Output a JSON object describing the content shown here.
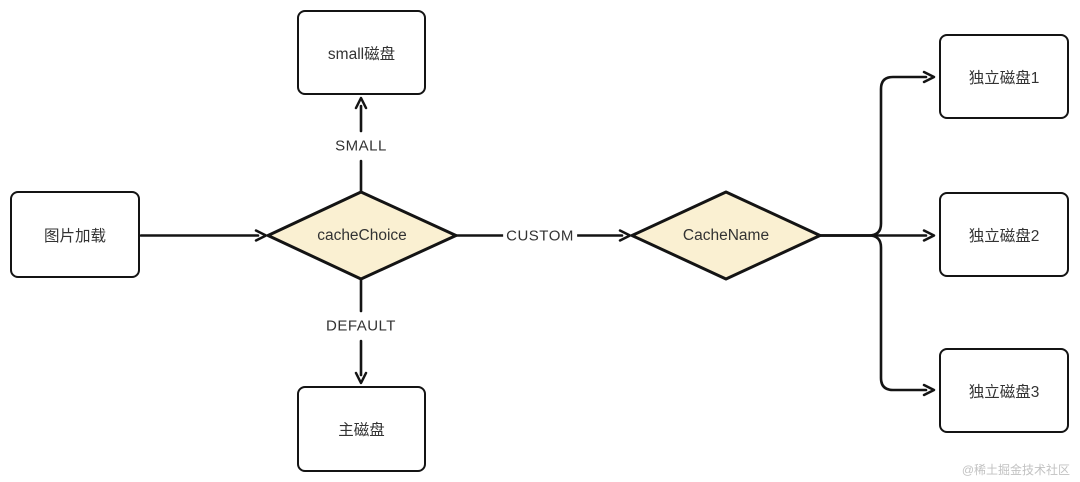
{
  "diagram": {
    "nodes": {
      "image_load": {
        "label": "图片加载"
      },
      "small_disk": {
        "label": "small磁盘"
      },
      "main_disk": {
        "label": "主磁盘"
      },
      "cache_choice": {
        "label": "cacheChoice"
      },
      "cache_name": {
        "label": "CacheName"
      },
      "disk1": {
        "label": "独立磁盘1"
      },
      "disk2": {
        "label": "独立磁盘2"
      },
      "disk3": {
        "label": "独立磁盘3"
      }
    },
    "edge_labels": {
      "small": "SMALL",
      "default": "DEFAULT",
      "custom": "CUSTOM"
    },
    "colors": {
      "decision_fill": "#FAF0D2",
      "line_stroke": "#141414",
      "node_text": "#333333",
      "watermark_text": "#C2C2C2"
    },
    "watermark": "@稀土掘金技术社区"
  }
}
